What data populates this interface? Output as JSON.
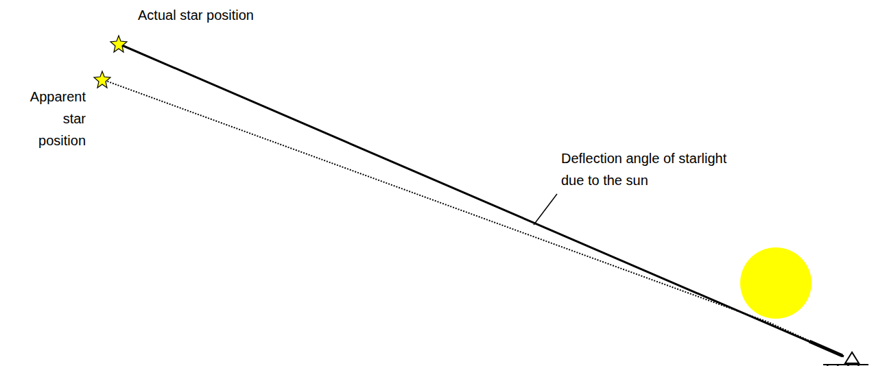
{
  "diagram": {
    "labels": [
      "Actual star position",
      "Apparent star position",
      "Deflection angle of starlight due to the sun"
    ]
  }
}
